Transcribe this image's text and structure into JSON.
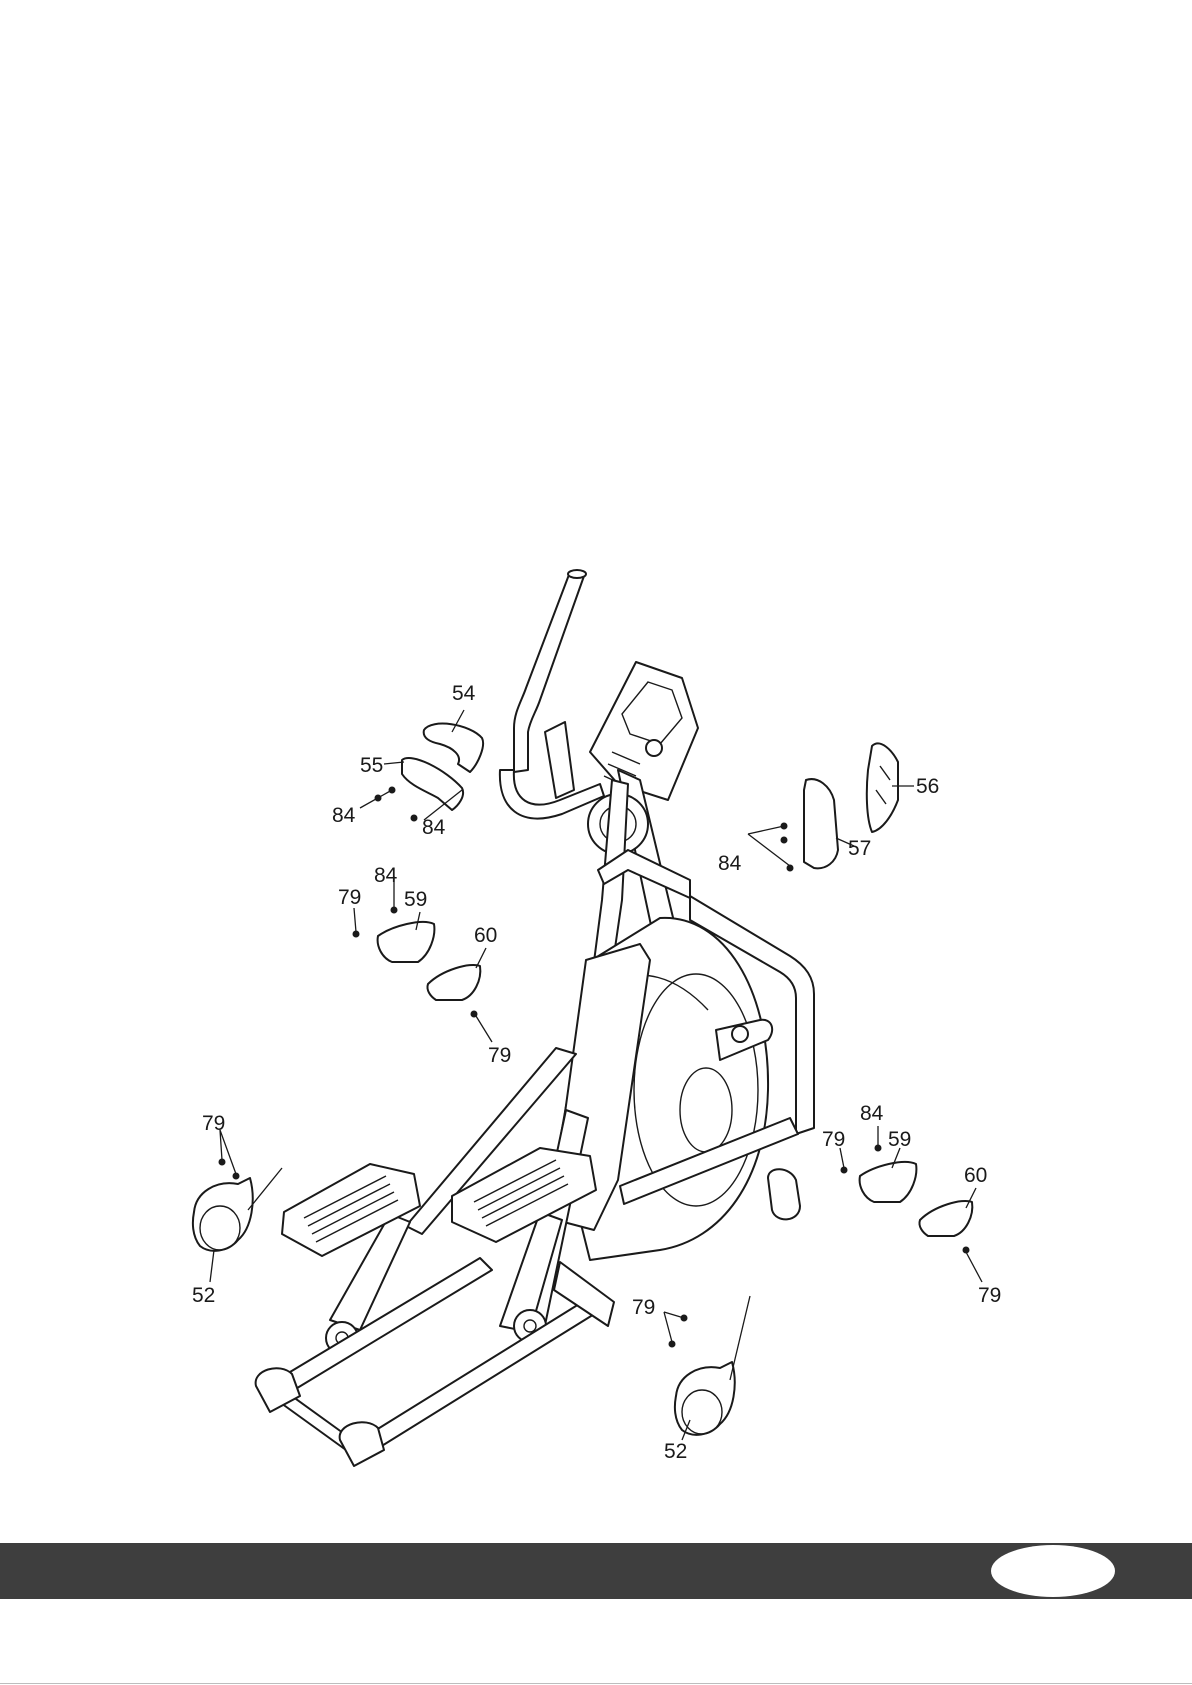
{
  "diagram": {
    "callouts": [
      {
        "id": "c54",
        "text": "54"
      },
      {
        "id": "c55",
        "text": "55"
      },
      {
        "id": "c84a",
        "text": "84"
      },
      {
        "id": "c84b",
        "text": "84"
      },
      {
        "id": "c56",
        "text": "56"
      },
      {
        "id": "c57",
        "text": "57"
      },
      {
        "id": "c84c",
        "text": "84"
      },
      {
        "id": "c84d",
        "text": "84"
      },
      {
        "id": "c79a",
        "text": "79"
      },
      {
        "id": "c59a",
        "text": "59"
      },
      {
        "id": "c60a",
        "text": "60"
      },
      {
        "id": "c79b",
        "text": "79"
      },
      {
        "id": "c79c",
        "text": "79"
      },
      {
        "id": "c52a",
        "text": "52"
      },
      {
        "id": "c84e",
        "text": "84"
      },
      {
        "id": "c79d",
        "text": "79"
      },
      {
        "id": "c59b",
        "text": "59"
      },
      {
        "id": "c60b",
        "text": "60"
      },
      {
        "id": "c79e",
        "text": "79"
      },
      {
        "id": "c79f",
        "text": "79"
      },
      {
        "id": "c52b",
        "text": "52"
      }
    ]
  },
  "footer": {
    "bar_color": "#3e3e3e",
    "page_number": ""
  }
}
